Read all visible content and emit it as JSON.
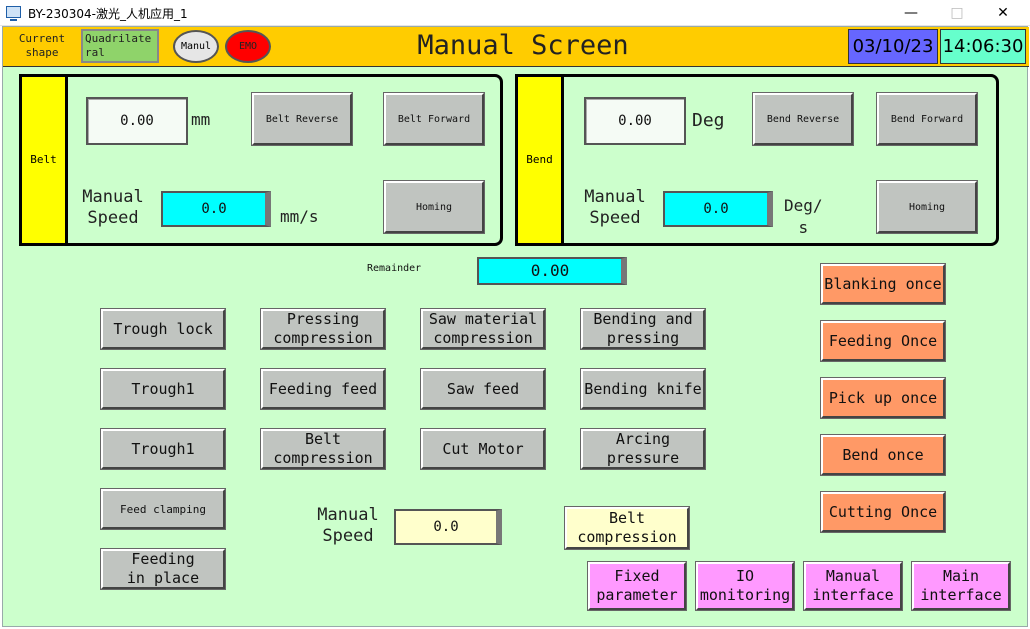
{
  "window": {
    "title": "BY-230304-激光_人机应用_1",
    "minimize": "—",
    "maximize": "□",
    "close": "✕"
  },
  "header": {
    "shape_label": "Current shape",
    "shape_value": "Quadrilateral",
    "manual_btn": "Manul",
    "emo_btn": "EMO",
    "title": "Manual Screen",
    "date": "03/10/23",
    "time": "14:06:30"
  },
  "belt": {
    "tag": "Belt",
    "position_value": "0.00",
    "position_unit": "mm",
    "reverse_btn": "Belt Reverse",
    "forward_btn": "Belt Forward",
    "speed_label": "Manual\nSpeed",
    "speed_value": "0.0",
    "speed_unit": "mm/s",
    "homing_btn": "Homing"
  },
  "bend": {
    "tag": "Bend",
    "angle_value": "0.00",
    "angle_unit": "Deg",
    "reverse_btn": "Bend Reverse",
    "forward_btn": "Bend Forward",
    "speed_label": "Manual\nSpeed",
    "speed_value": "0.0",
    "speed_unit": "Deg/\ns",
    "homing_btn": "Homing"
  },
  "remainder": {
    "label": "Remainder",
    "value": "0.00"
  },
  "controls": {
    "col1": [
      "Trough lock",
      "Trough1",
      "Trough1",
      "Feed clamping",
      "Feeding\nin place"
    ],
    "col2": [
      "Pressing\ncompression",
      "Feeding feed",
      "Belt\ncompression"
    ],
    "col3": [
      "Saw material\ncompression",
      "Saw feed",
      "Cut Motor"
    ],
    "col4": [
      "Bending and\npressing",
      "Bending knife",
      "Arcing\npressure"
    ]
  },
  "manual_speed": {
    "label": "Manual\nSpeed",
    "value": "0.0"
  },
  "belt_compression_btn": "Belt\ncompression",
  "once_buttons": [
    "Blanking once",
    "Feeding Once",
    "Pick up once",
    "Bend once",
    "Cutting Once"
  ],
  "nav": [
    "Fixed\nparameter",
    "IO\nmonitoring",
    "Manual\ninterface",
    "Main\ninterface"
  ],
  "colors": {
    "background": "#ccffcc",
    "header": "#ffcc00",
    "date": "#6666ff",
    "time": "#66ffcc",
    "section_tag": "#ffff00",
    "speed_field": "#00ffff",
    "once_button": "#ff9966",
    "nav_button": "#ff99ff",
    "emo": "#ff0000"
  }
}
